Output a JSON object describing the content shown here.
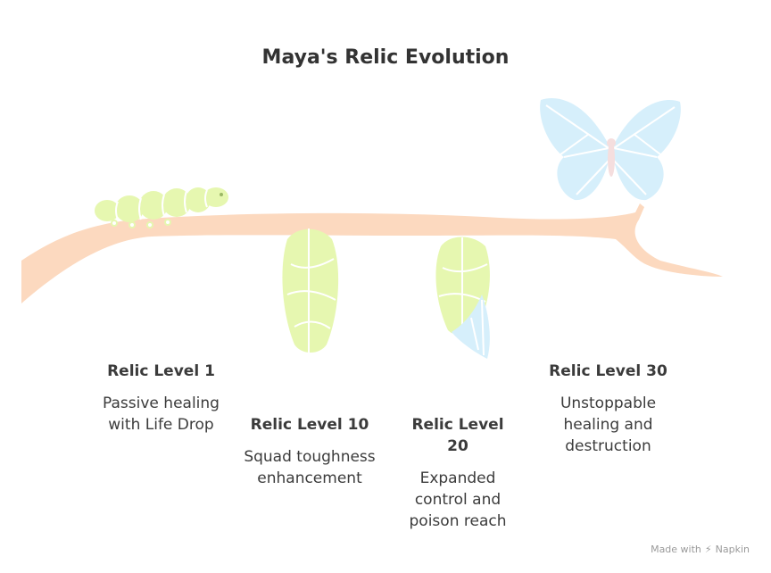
{
  "title": "Maya's Relic Evolution",
  "stages": [
    {
      "level": "Relic Level 1",
      "description": "Passive healing with Life Drop",
      "icon": "caterpillar-icon"
    },
    {
      "level": "Relic Level 10",
      "description": "Squad toughness enhancement",
      "icon": "chrysalis-icon"
    },
    {
      "level": "Relic Level 20",
      "description": "Expanded control and poison reach",
      "icon": "emerging-chrysalis-icon"
    },
    {
      "level": "Relic Level 30",
      "description": "Unstoppable healing and destruction",
      "icon": "butterfly-icon"
    }
  ],
  "watermark": {
    "prefix": "Made with",
    "brand": "Napkin"
  },
  "colors": {
    "branch": "#fcd9bf",
    "green": "#e6f7b0",
    "green_line": "#ffffff",
    "blue": "#d6effb",
    "text": "#3b3b3b"
  }
}
